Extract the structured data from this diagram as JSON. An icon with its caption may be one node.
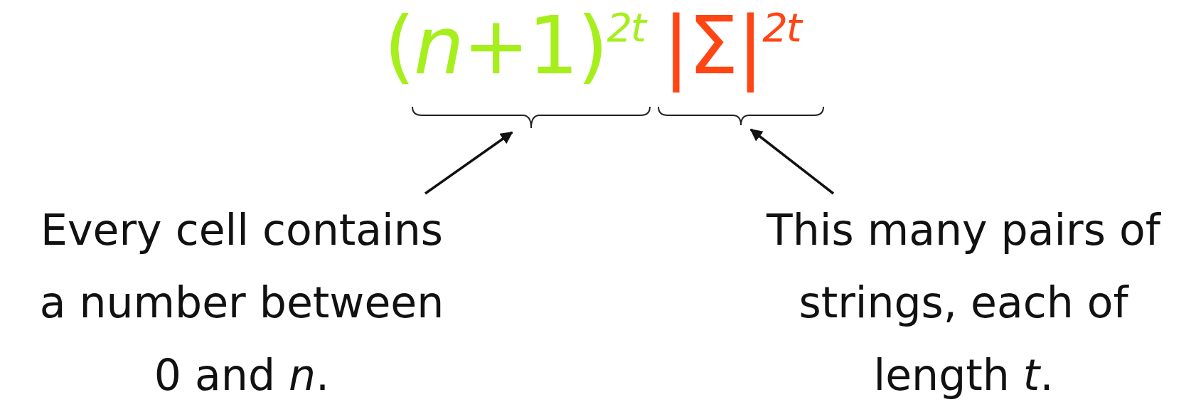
{
  "diagram": {
    "nodes": [
      {
        "text": [
          "(*n*+1)$^{2t}$"
        ]
      },
      {
        "text": [
          "|Σ|$^{2t}$"
        ]
      },
      {
        "text": [],
        "shape": "brace"
      },
      {
        "text": [],
        "shape": "brace"
      },
      {
        "text": [
          "Every cell contains a number between 0 and *n*."
        ]
      },
      {
        "text": [
          "This many pairs of strings, each of length *t*."
        ]
      }
    ],
    "edges": [
      {
        "from": 4,
        "to": 2,
        "arrow": "to"
      },
      {
        "from": 5,
        "to": 3,
        "arrow": "to"
      }
    ]
  }
}
